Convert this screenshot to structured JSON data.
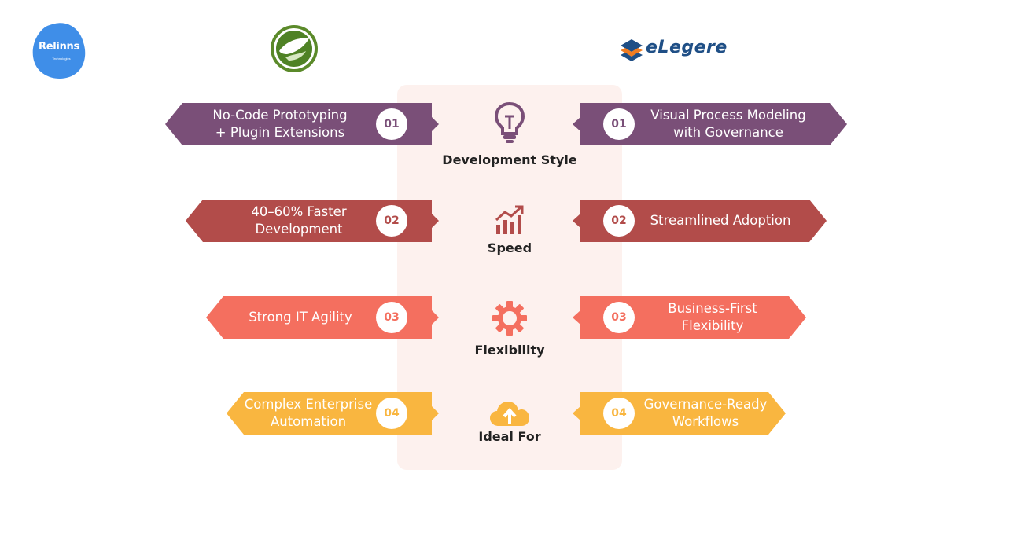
{
  "logos": {
    "left_brand_text": "Relinns",
    "left_brand_sub": "Technologies",
    "right_brand_text": "eLegere"
  },
  "colors": {
    "row1": "#7a4f78",
    "row2": "#b24c4a",
    "row3": "#f46f5f",
    "row4": "#f9b640",
    "panel": "#fdf1ee"
  },
  "rows": [
    {
      "left_text": [
        "No-Code Prototyping",
        "+ Plugin Extensions"
      ],
      "left_badge": "01",
      "center_label": "Development Style",
      "center_icon": "lightbulb-icon",
      "right_badge": "01",
      "right_text": [
        "Visual Process Modeling",
        "with Governance"
      ]
    },
    {
      "left_text": [
        "40–60% Faster",
        "Development"
      ],
      "left_badge": "02",
      "center_label": "Speed",
      "center_icon": "growth-chart-icon",
      "right_badge": "02",
      "right_text": [
        "Streamlined Adoption"
      ]
    },
    {
      "left_text": [
        "Strong IT Agility"
      ],
      "left_badge": "03",
      "center_label": "Flexibility",
      "center_icon": "gear-icon",
      "right_badge": "03",
      "right_text": [
        "Business-First",
        "Flexibility"
      ]
    },
    {
      "left_text": [
        "Complex Enterprise",
        "Automation"
      ],
      "left_badge": "04",
      "center_label": "Ideal For",
      "center_icon": "cloud-upload-icon",
      "right_badge": "04",
      "right_text": [
        "Governance-Ready",
        "Workflows"
      ]
    }
  ]
}
